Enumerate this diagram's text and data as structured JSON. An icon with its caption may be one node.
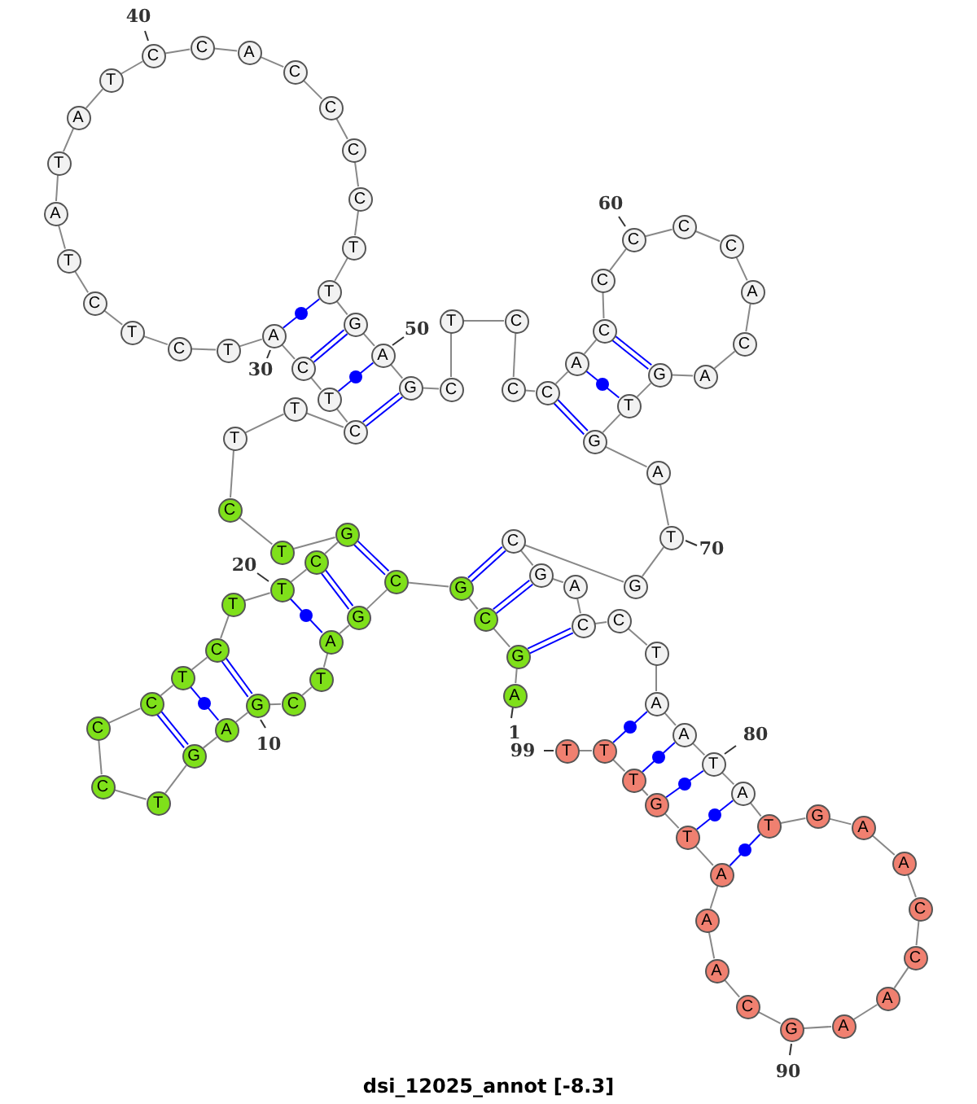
{
  "diagram": {
    "caption": "dsi_12025_annot [-8.3]",
    "nodes": [
      {
        "text": [
          "A"
        ],
        "beside": [
          "1"
        ]
      },
      {
        "text": [
          "G"
        ]
      },
      {
        "text": [
          "C"
        ]
      },
      {
        "text": [
          "G"
        ]
      },
      {
        "text": [
          "C"
        ]
      },
      {
        "text": [
          "G"
        ]
      },
      {
        "text": [
          "A"
        ]
      },
      {
        "text": [
          "T"
        ]
      },
      {
        "text": [
          "C"
        ]
      },
      {
        "text": [
          "G"
        ],
        "beside": [
          "10"
        ]
      },
      {
        "text": [
          "A"
        ]
      },
      {
        "text": [
          "G"
        ]
      },
      {
        "text": [
          "T"
        ]
      },
      {
        "text": [
          "C"
        ]
      },
      {
        "text": [
          "C"
        ]
      },
      {
        "text": [
          "C"
        ]
      },
      {
        "text": [
          "T"
        ]
      },
      {
        "text": [
          "C"
        ]
      },
      {
        "text": [
          "T"
        ]
      },
      {
        "text": [
          "T"
        ],
        "beside": [
          "20"
        ]
      },
      {
        "text": [
          "C"
        ]
      },
      {
        "text": [
          "G"
        ]
      },
      {
        "text": [
          "T"
        ]
      },
      {
        "text": [
          "C"
        ]
      },
      {
        "text": [
          "T"
        ]
      },
      {
        "text": [
          "T"
        ]
      },
      {
        "text": [
          "C"
        ]
      },
      {
        "text": [
          "T"
        ]
      },
      {
        "text": [
          "C"
        ]
      },
      {
        "text": [
          "A"
        ],
        "beside": [
          "30"
        ]
      },
      {
        "text": [
          "T"
        ]
      },
      {
        "text": [
          "C"
        ]
      },
      {
        "text": [
          "T"
        ]
      },
      {
        "text": [
          "C"
        ]
      },
      {
        "text": [
          "T"
        ]
      },
      {
        "text": [
          "A"
        ]
      },
      {
        "text": [
          "T"
        ]
      },
      {
        "text": [
          "A"
        ]
      },
      {
        "text": [
          "T"
        ]
      },
      {
        "text": [
          "C"
        ],
        "beside": [
          "40"
        ]
      },
      {
        "text": [
          "C"
        ]
      },
      {
        "text": [
          "A"
        ]
      },
      {
        "text": [
          "C"
        ]
      },
      {
        "text": [
          "C"
        ]
      },
      {
        "text": [
          "C"
        ]
      },
      {
        "text": [
          "C"
        ]
      },
      {
        "text": [
          "T"
        ]
      },
      {
        "text": [
          "T"
        ]
      },
      {
        "text": [
          "G"
        ]
      },
      {
        "text": [
          "A"
        ],
        "beside": [
          "50"
        ]
      },
      {
        "text": [
          "G"
        ]
      },
      {
        "text": [
          "C"
        ]
      },
      {
        "text": [
          "T"
        ]
      },
      {
        "text": [
          "C"
        ]
      },
      {
        "text": [
          "C"
        ]
      },
      {
        "text": [
          "C"
        ]
      },
      {
        "text": [
          "A"
        ]
      },
      {
        "text": [
          "C"
        ]
      },
      {
        "text": [
          "C"
        ]
      },
      {
        "text": [
          "C"
        ],
        "beside": [
          "60"
        ]
      },
      {
        "text": [
          "C"
        ]
      },
      {
        "text": [
          "C"
        ]
      },
      {
        "text": [
          "A"
        ]
      },
      {
        "text": [
          "C"
        ]
      },
      {
        "text": [
          "A"
        ]
      },
      {
        "text": [
          "G"
        ]
      },
      {
        "text": [
          "T"
        ]
      },
      {
        "text": [
          "G"
        ]
      },
      {
        "text": [
          "A"
        ]
      },
      {
        "text": [
          "T"
        ],
        "beside": [
          "70"
        ]
      },
      {
        "text": [
          "G"
        ]
      },
      {
        "text": [
          "C"
        ]
      },
      {
        "text": [
          "G"
        ]
      },
      {
        "text": [
          "A"
        ]
      },
      {
        "text": [
          "C"
        ]
      },
      {
        "text": [
          "C"
        ]
      },
      {
        "text": [
          "T"
        ]
      },
      {
        "text": [
          "A"
        ]
      },
      {
        "text": [
          "A"
        ]
      },
      {
        "text": [
          "T"
        ],
        "beside": [
          "80"
        ]
      },
      {
        "text": [
          "A"
        ]
      },
      {
        "text": [
          "T"
        ]
      },
      {
        "text": [
          "G"
        ]
      },
      {
        "text": [
          "A"
        ]
      },
      {
        "text": [
          "A"
        ]
      },
      {
        "text": [
          "C"
        ]
      },
      {
        "text": [
          "C"
        ]
      },
      {
        "text": [
          "A"
        ]
      },
      {
        "text": [
          "A"
        ]
      },
      {
        "text": [
          "G"
        ],
        "beside": [
          "90"
        ]
      },
      {
        "text": [
          "C"
        ]
      },
      {
        "text": [
          "A"
        ]
      },
      {
        "text": [
          "A"
        ]
      },
      {
        "text": [
          "A"
        ]
      },
      {
        "text": [
          "T"
        ]
      },
      {
        "text": [
          "G"
        ]
      },
      {
        "text": [
          "T"
        ]
      },
      {
        "text": [
          "T"
        ]
      },
      {
        "text": [
          "T"
        ],
        "beside": [
          "99"
        ]
      }
    ],
    "edges": [
      {
        "from": 0,
        "to": 1,
        "arrow": "none"
      },
      {
        "from": 1,
        "to": 2,
        "arrow": "none"
      },
      {
        "from": 2,
        "to": 3,
        "arrow": "none"
      },
      {
        "from": 3,
        "to": 4,
        "arrow": "none"
      },
      {
        "from": 4,
        "to": 5,
        "arrow": "none"
      },
      {
        "from": 5,
        "to": 6,
        "arrow": "none"
      },
      {
        "from": 6,
        "to": 7,
        "arrow": "none"
      },
      {
        "from": 7,
        "to": 8,
        "arrow": "none"
      },
      {
        "from": 8,
        "to": 9,
        "arrow": "none"
      },
      {
        "from": 9,
        "to": 10,
        "arrow": "none"
      },
      {
        "from": 10,
        "to": 11,
        "arrow": "none"
      },
      {
        "from": 11,
        "to": 12,
        "arrow": "none"
      },
      {
        "from": 12,
        "to": 13,
        "arrow": "none"
      },
      {
        "from": 13,
        "to": 14,
        "arrow": "none"
      },
      {
        "from": 14,
        "to": 15,
        "arrow": "none"
      },
      {
        "from": 15,
        "to": 16,
        "arrow": "none"
      },
      {
        "from": 16,
        "to": 17,
        "arrow": "none"
      },
      {
        "from": 17,
        "to": 18,
        "arrow": "none"
      },
      {
        "from": 18,
        "to": 19,
        "arrow": "none"
      },
      {
        "from": 19,
        "to": 20,
        "arrow": "none"
      },
      {
        "from": 20,
        "to": 21,
        "arrow": "none"
      },
      {
        "from": 21,
        "to": 22,
        "arrow": "none"
      },
      {
        "from": 22,
        "to": 23,
        "arrow": "none"
      },
      {
        "from": 23,
        "to": 24,
        "arrow": "none"
      },
      {
        "from": 24,
        "to": 25,
        "arrow": "none"
      },
      {
        "from": 25,
        "to": 26,
        "arrow": "none"
      },
      {
        "from": 26,
        "to": 27,
        "arrow": "none"
      },
      {
        "from": 27,
        "to": 28,
        "arrow": "none"
      },
      {
        "from": 28,
        "to": 29,
        "arrow": "none"
      },
      {
        "from": 29,
        "to": 30,
        "arrow": "none"
      },
      {
        "from": 30,
        "to": 31,
        "arrow": "none"
      },
      {
        "from": 31,
        "to": 32,
        "arrow": "none"
      },
      {
        "from": 32,
        "to": 33,
        "arrow": "none"
      },
      {
        "from": 33,
        "to": 34,
        "arrow": "none"
      },
      {
        "from": 34,
        "to": 35,
        "arrow": "none"
      },
      {
        "from": 35,
        "to": 36,
        "arrow": "none"
      },
      {
        "from": 36,
        "to": 37,
        "arrow": "none"
      },
      {
        "from": 37,
        "to": 38,
        "arrow": "none"
      },
      {
        "from": 38,
        "to": 39,
        "arrow": "none"
      },
      {
        "from": 39,
        "to": 40,
        "arrow": "none"
      },
      {
        "from": 40,
        "to": 41,
        "arrow": "none"
      },
      {
        "from": 41,
        "to": 42,
        "arrow": "none"
      },
      {
        "from": 42,
        "to": 43,
        "arrow": "none"
      },
      {
        "from": 43,
        "to": 44,
        "arrow": "none"
      },
      {
        "from": 44,
        "to": 45,
        "arrow": "none"
      },
      {
        "from": 45,
        "to": 46,
        "arrow": "none"
      },
      {
        "from": 46,
        "to": 47,
        "arrow": "none"
      },
      {
        "from": 47,
        "to": 48,
        "arrow": "none"
      },
      {
        "from": 48,
        "to": 49,
        "arrow": "none"
      },
      {
        "from": 49,
        "to": 50,
        "arrow": "none"
      },
      {
        "from": 50,
        "to": 51,
        "arrow": "none"
      },
      {
        "from": 51,
        "to": 52,
        "arrow": "none"
      },
      {
        "from": 52,
        "to": 53,
        "arrow": "none"
      },
      {
        "from": 53,
        "to": 54,
        "arrow": "none"
      },
      {
        "from": 54,
        "to": 55,
        "arrow": "none"
      },
      {
        "from": 55,
        "to": 56,
        "arrow": "none"
      },
      {
        "from": 56,
        "to": 57,
        "arrow": "none"
      },
      {
        "from": 57,
        "to": 58,
        "arrow": "none"
      },
      {
        "from": 58,
        "to": 59,
        "arrow": "none"
      },
      {
        "from": 59,
        "to": 60,
        "arrow": "none"
      },
      {
        "from": 60,
        "to": 61,
        "arrow": "none"
      },
      {
        "from": 61,
        "to": 62,
        "arrow": "none"
      },
      {
        "from": 62,
        "to": 63,
        "arrow": "none"
      },
      {
        "from": 63,
        "to": 64,
        "arrow": "none"
      },
      {
        "from": 64,
        "to": 65,
        "arrow": "none"
      },
      {
        "from": 65,
        "to": 66,
        "arrow": "none"
      },
      {
        "from": 66,
        "to": 67,
        "arrow": "none"
      },
      {
        "from": 67,
        "to": 68,
        "arrow": "none"
      },
      {
        "from": 68,
        "to": 69,
        "arrow": "none"
      },
      {
        "from": 69,
        "to": 70,
        "arrow": "none"
      },
      {
        "from": 70,
        "to": 71,
        "arrow": "none"
      },
      {
        "from": 71,
        "to": 72,
        "arrow": "none"
      },
      {
        "from": 72,
        "to": 73,
        "arrow": "none"
      },
      {
        "from": 73,
        "to": 74,
        "arrow": "none"
      },
      {
        "from": 74,
        "to": 75,
        "arrow": "none"
      },
      {
        "from": 75,
        "to": 76,
        "arrow": "none"
      },
      {
        "from": 76,
        "to": 77,
        "arrow": "none"
      },
      {
        "from": 77,
        "to": 78,
        "arrow": "none"
      },
      {
        "from": 78,
        "to": 79,
        "arrow": "none"
      },
      {
        "from": 79,
        "to": 80,
        "arrow": "none"
      },
      {
        "from": 80,
        "to": 81,
        "arrow": "none"
      },
      {
        "from": 81,
        "to": 82,
        "arrow": "none"
      },
      {
        "from": 82,
        "to": 83,
        "arrow": "none"
      },
      {
        "from": 83,
        "to": 84,
        "arrow": "none"
      },
      {
        "from": 84,
        "to": 85,
        "arrow": "none"
      },
      {
        "from": 85,
        "to": 86,
        "arrow": "none"
      },
      {
        "from": 86,
        "to": 87,
        "arrow": "none"
      },
      {
        "from": 87,
        "to": 88,
        "arrow": "none"
      },
      {
        "from": 88,
        "to": 89,
        "arrow": "none"
      },
      {
        "from": 89,
        "to": 90,
        "arrow": "none"
      },
      {
        "from": 90,
        "to": 91,
        "arrow": "none"
      },
      {
        "from": 91,
        "to": 92,
        "arrow": "none"
      },
      {
        "from": 92,
        "to": 93,
        "arrow": "none"
      },
      {
        "from": 93,
        "to": 94,
        "arrow": "none"
      },
      {
        "from": 94,
        "to": 95,
        "arrow": "none"
      },
      {
        "from": 95,
        "to": 96,
        "arrow": "none"
      },
      {
        "from": 96,
        "to": 97,
        "arrow": "none"
      },
      {
        "from": 97,
        "to": 98,
        "arrow": "none"
      },
      {
        "from": 4,
        "to": 21,
        "arrow": "none",
        "color": "#0000ff"
      },
      {
        "from": 5,
        "to": 20,
        "arrow": "none",
        "color": "#0000ff"
      },
      {
        "from": 6,
        "to": 19,
        "arrow": "none",
        "color": "#0000ff"
      },
      {
        "from": 9,
        "to": 17,
        "arrow": "none",
        "color": "#0000ff"
      },
      {
        "from": 10,
        "to": 16,
        "arrow": "none",
        "color": "#0000ff"
      },
      {
        "from": 11,
        "to": 15,
        "arrow": "none",
        "color": "#0000ff"
      },
      {
        "from": 26,
        "to": 50,
        "arrow": "none",
        "color": "#0000ff"
      },
      {
        "from": 27,
        "to": 49,
        "arrow": "none",
        "color": "#0000ff"
      },
      {
        "from": 28,
        "to": 48,
        "arrow": "none",
        "color": "#0000ff"
      },
      {
        "from": 29,
        "to": 47,
        "arrow": "none",
        "color": "#0000ff"
      },
      {
        "from": 55,
        "to": 67,
        "arrow": "none",
        "color": "#0000ff"
      },
      {
        "from": 56,
        "to": 66,
        "arrow": "none",
        "color": "#0000ff"
      },
      {
        "from": 57,
        "to": 65,
        "arrow": "none",
        "color": "#0000ff"
      },
      {
        "from": 1,
        "to": 74,
        "arrow": "none",
        "color": "#0000ff"
      },
      {
        "from": 2,
        "to": 72,
        "arrow": "none",
        "color": "#0000ff"
      },
      {
        "from": 3,
        "to": 71,
        "arrow": "none",
        "color": "#0000ff"
      },
      {
        "from": 77,
        "to": 97,
        "arrow": "none",
        "color": "#0000ff"
      },
      {
        "from": 78,
        "to": 96,
        "arrow": "none",
        "color": "#0000ff"
      },
      {
        "from": 79,
        "to": 95,
        "arrow": "none",
        "color": "#0000ff"
      },
      {
        "from": 80,
        "to": 94,
        "arrow": "none",
        "color": "#0000ff"
      },
      {
        "from": 81,
        "to": 93,
        "arrow": "none",
        "color": "#0000ff"
      }
    ]
  }
}
